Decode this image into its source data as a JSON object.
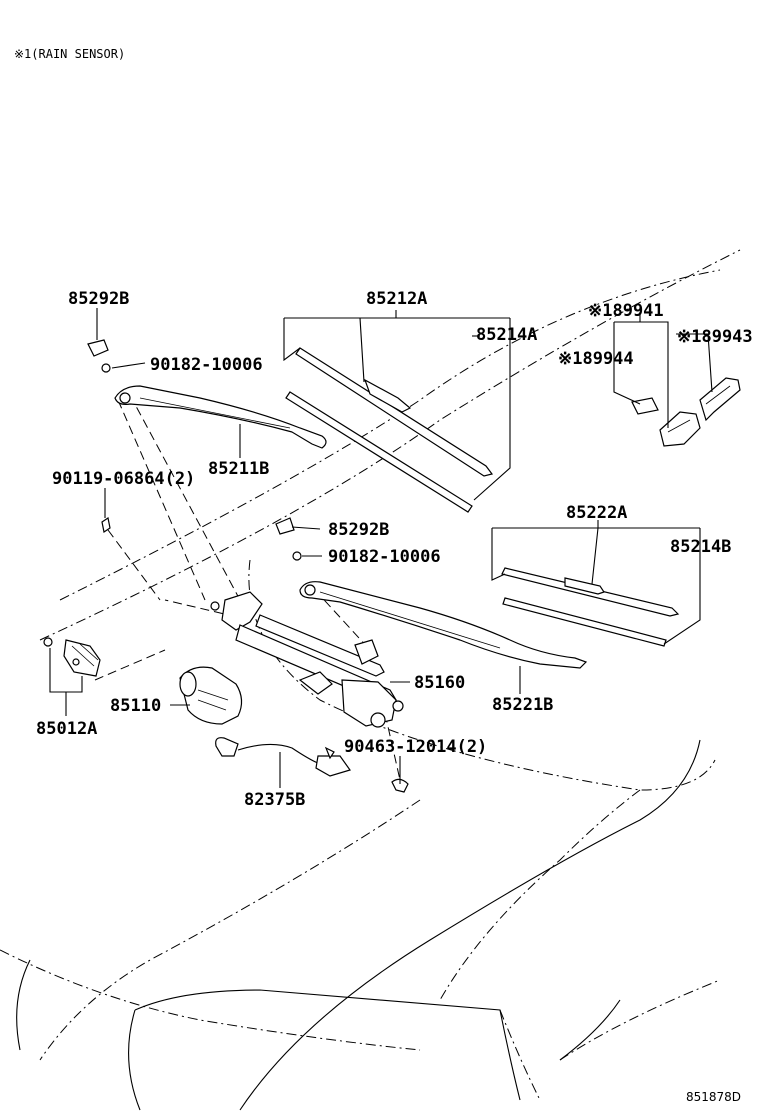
{
  "note": "※1(RAIN SENSOR)",
  "diagram_code": "851878D",
  "parts": {
    "p85292B_top": "85292B",
    "p90182_top": "90182-10006",
    "p85212A": "85212A",
    "p85214A": "85214A",
    "p89941": "※189941",
    "p89943": "※189943",
    "p89944": "※189944",
    "p85211B": "85211B",
    "p90119": "90119-06864(2)",
    "p85292B_mid": "85292B",
    "p90182_mid": "90182-10006",
    "p85222A": "85222A",
    "p85214B": "85214B",
    "p85160": "85160",
    "p85110": "85110",
    "p85012A": "85012A",
    "p85221B": "85221B",
    "p90463": "90463-12014(2)",
    "p82375B": "82375B"
  }
}
